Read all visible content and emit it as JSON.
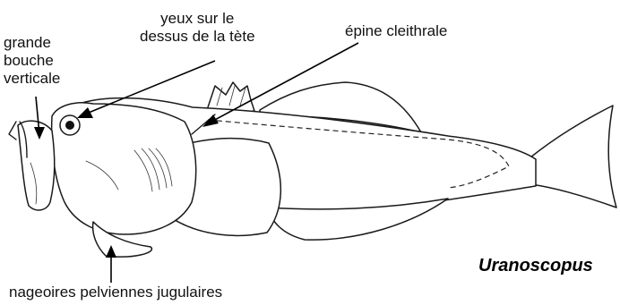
{
  "labels": {
    "mouth": "grande\nbouche\nverticale",
    "eyes": "yeux sur le\ndessus de la tète",
    "spine": "épine cleithrale",
    "pelvic": "nageoires pelviennes jugulaires"
  },
  "genus": "Uranoscopus"
}
